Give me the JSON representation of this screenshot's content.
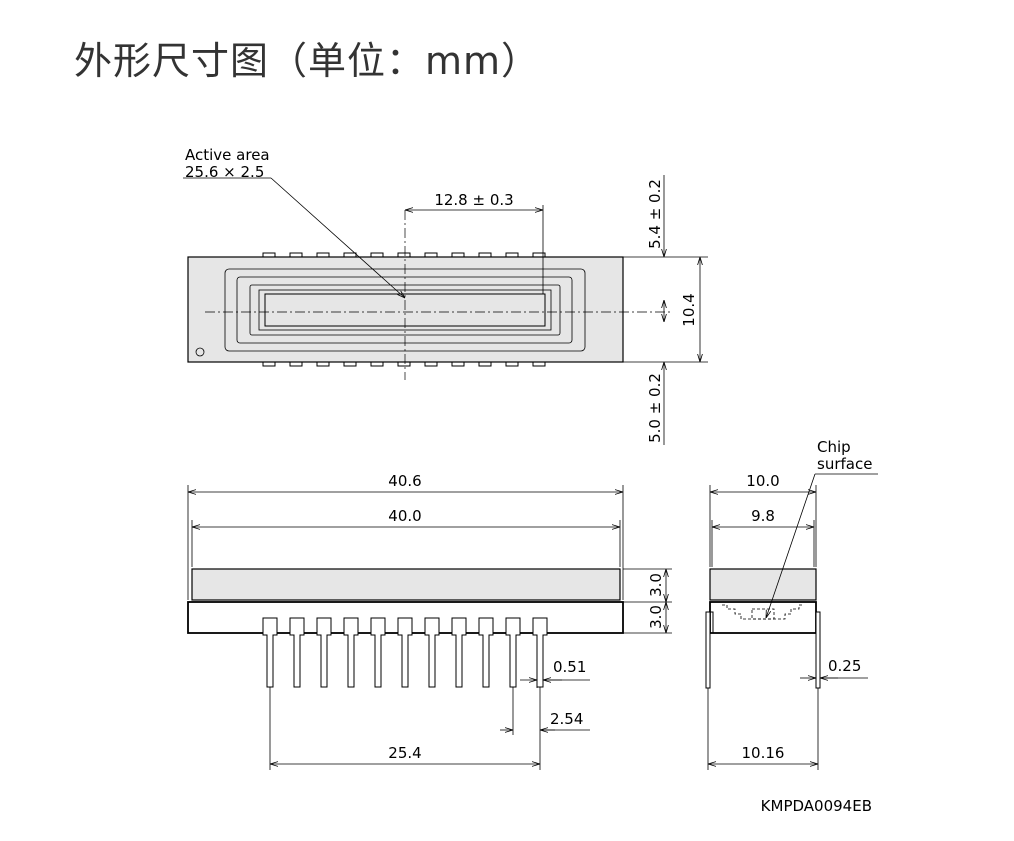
{
  "title": "外形尺寸图（单位：mm）",
  "labels": {
    "active_area_line1": "Active area",
    "active_area_line2": "25.6 × 2.5",
    "chip_line1": "Chip",
    "chip_line2": "surface",
    "drawing_code": "KMPDA0094EB"
  },
  "dimensions": {
    "top_center_offset": "12.8 ± 0.3",
    "top_upper": "5.4 ± 0.2",
    "top_height": "10.4",
    "top_lower": "5.0 ± 0.2",
    "front_overall": "40.6",
    "front_inner": "40.0",
    "front_upper_thickness": "3.0",
    "front_lower_thickness": "3.0",
    "pin_width": "0.51",
    "pin_pitch": "2.54",
    "pin_span": "25.4",
    "side_overall": "10.0",
    "side_inner": "9.8",
    "side_lead_thickness": "0.25",
    "side_row_spacing": "10.16"
  }
}
